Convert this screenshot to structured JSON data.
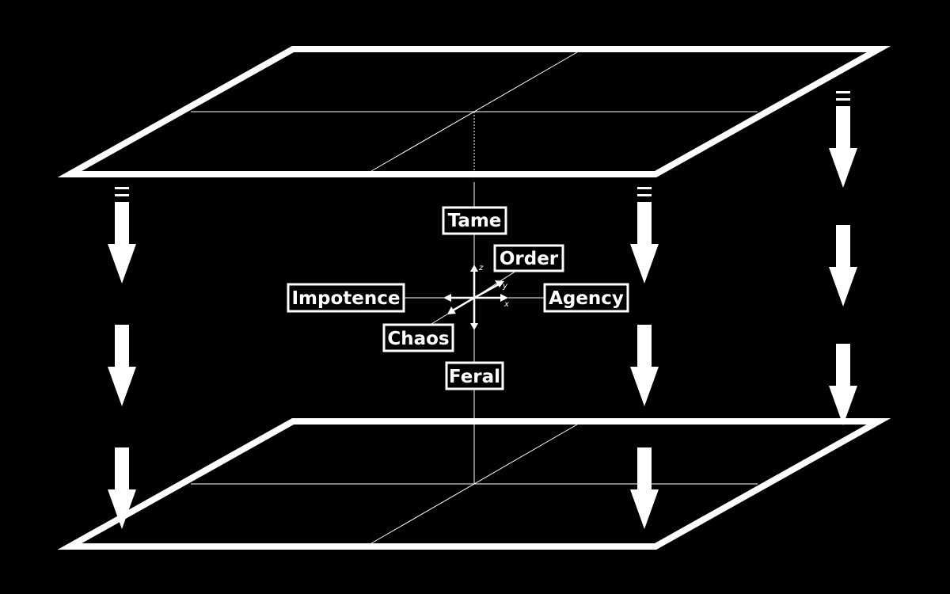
{
  "colors": {
    "background": "#000000",
    "foreground": "#ffffff"
  },
  "labels": {
    "tame": "Tame",
    "order": "Order",
    "impotence": "Impotence",
    "agency": "Agency",
    "chaos": "Chaos",
    "feral": "Feral"
  },
  "axes": {
    "z": "z",
    "y": "y",
    "x": "x"
  },
  "icons": {
    "arrow": "down-arrow-icon",
    "equals": "equals-sign-icon"
  }
}
